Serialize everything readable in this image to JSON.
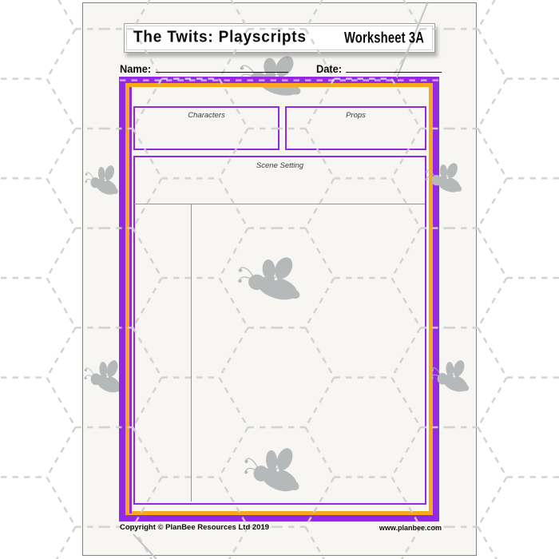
{
  "header": {
    "title": "The Twits: Playscripts",
    "worksheet": "Worksheet 3A"
  },
  "form": {
    "name_label": "Name:",
    "date_label": "Date:"
  },
  "boxes": {
    "characters_label": "Characters",
    "props_label": "Props",
    "scene_label": "Scene Setting"
  },
  "footer": {
    "copyright": "Copyright © PlanBee Resources Ltd 2019",
    "website": "www.planbee.com"
  },
  "colors": {
    "frame_purple": "#9429e2",
    "frame_orange": "#f7a81b",
    "pattern_gray": "#d0d0d0",
    "fly_gray": "#b6b9ba"
  },
  "icons": {
    "fly": "fly-icon",
    "background": "hexagon-pattern"
  }
}
